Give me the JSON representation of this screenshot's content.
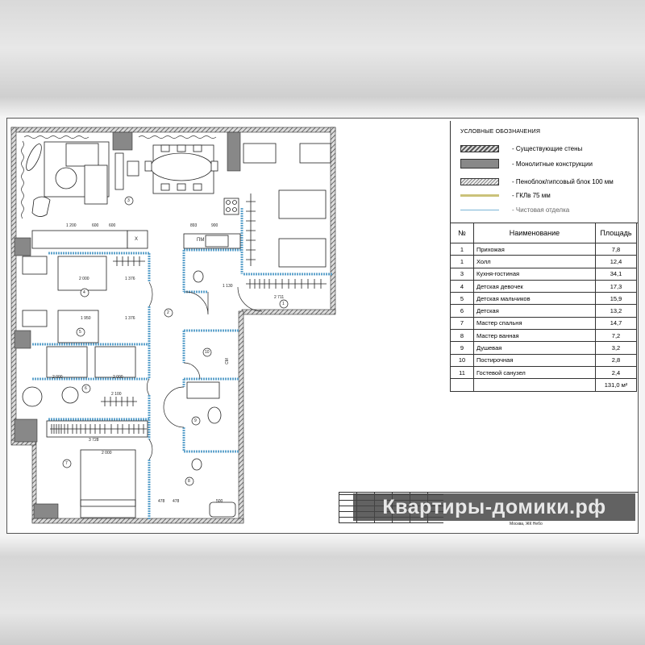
{
  "legend": {
    "title": "УСЛОВНЫЕ ОБОЗНАЧЕНИЯ",
    "items": [
      {
        "label": "- Существующие стены",
        "swatch": "hatched"
      },
      {
        "label": "- Монолитные конструкции",
        "swatch": "#888888"
      },
      {
        "label": "- Пеноблок/гипсовый блок 100 мм",
        "swatch": "fine-hatched"
      },
      {
        "label": "- ГКЛв 75 мм",
        "swatch": "#cbc27a"
      },
      {
        "label": "- Чистовая отделка",
        "swatch": "#7ab4d6"
      }
    ]
  },
  "rooms_table": {
    "headers": [
      "№",
      "Наименование",
      "Площадь"
    ],
    "rows": [
      {
        "no": "1",
        "name": "Прихожая",
        "area": "7,8"
      },
      {
        "no": "1",
        "name": "Холл",
        "area": "12,4"
      },
      {
        "no": "3",
        "name": "Кухня-гостиная",
        "area": "34,1"
      },
      {
        "no": "4",
        "name": "Детская девочек",
        "area": "17,3"
      },
      {
        "no": "5",
        "name": "Детская мальчиков",
        "area": "15,9"
      },
      {
        "no": "6",
        "name": "Детская",
        "area": "13,2"
      },
      {
        "no": "7",
        "name": "Мастер спальня",
        "area": "14,7"
      },
      {
        "no": "8",
        "name": "Мастер ванная",
        "area": "7,2"
      },
      {
        "no": "9",
        "name": "Душевая",
        "area": "3,2"
      },
      {
        "no": "10",
        "name": "Постирочная",
        "area": "2,8"
      },
      {
        "no": "11",
        "name": "Гостевой санузел",
        "area": "2,4"
      }
    ],
    "total": "131,0 м²"
  },
  "plan": {
    "room_markers": [
      "1",
      "2",
      "3",
      "4",
      "5",
      "6",
      "7",
      "8",
      "9",
      "10"
    ],
    "labels": {
      "pm": "ПМ",
      "fridge": "Х",
      "washer": "СМ"
    },
    "dimensions": [
      "1 200",
      "600",
      "600",
      "893",
      "900",
      "2 000",
      "1 376",
      "1 950",
      "1 376",
      "2 000",
      "2 000",
      "3 728",
      "2 711",
      "1 130",
      "2 000",
      "478",
      "478",
      "500",
      "2 100"
    ]
  },
  "watermark": "Квартиры-домики.рф",
  "address": "Москва, ЖК Небо"
}
